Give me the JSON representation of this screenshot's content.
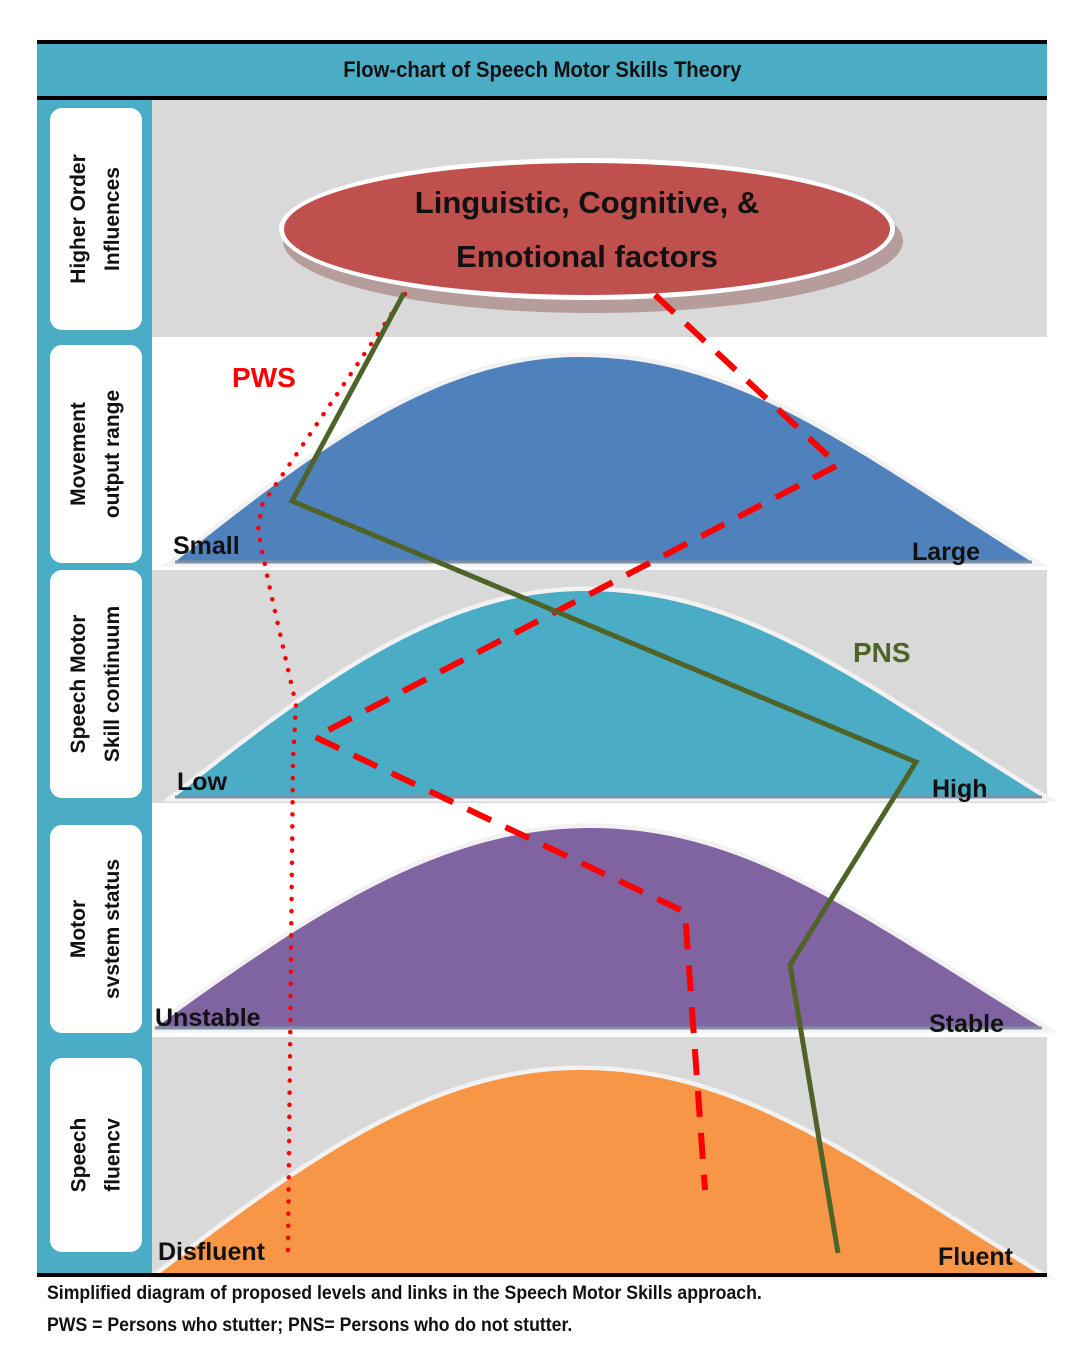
{
  "header": {
    "title": "Flow-chart of Speech Motor Skills Theory"
  },
  "rows": [
    {
      "id": "higher-order",
      "label_lines": [
        "Higher Order",
        "Influences"
      ],
      "band": "gray"
    },
    {
      "id": "movement-output",
      "label_lines": [
        "Movement",
        "output range"
      ],
      "band": "white",
      "left_label": "Small",
      "right_label": "Large",
      "curve_color": "#4f81bd"
    },
    {
      "id": "skill-continuum",
      "label_lines": [
        "Speech Motor",
        "Skill continuum"
      ],
      "band": "gray",
      "left_label": "Low",
      "right_label": "High",
      "curve_color": "#4bacc6"
    },
    {
      "id": "motor-status",
      "label_lines": [
        "Motor",
        "svstem status"
      ],
      "band": "white",
      "left_label": "Unstable",
      "right_label": "Stable",
      "curve_color": "#8064a2"
    },
    {
      "id": "speech-fluency",
      "label_lines": [
        "Speech",
        "fluencv"
      ],
      "band": "gray",
      "left_label": "Disfluent",
      "right_label": "Fluent",
      "curve_color": "#f79646"
    }
  ],
  "ellipse": {
    "lines": [
      "Linguistic, Cognitive, &",
      "Emotional factors"
    ],
    "color": "#c0504d"
  },
  "groups": {
    "pws": {
      "label": "PWS",
      "color": "#ff0000"
    },
    "pns": {
      "label": "PNS",
      "color": "#4f6228"
    }
  },
  "colors": {
    "header": "#4bacc6",
    "band_gray": "#d9d9d9",
    "band_white": "#ffffff",
    "dotted_path": "#ff0000",
    "dashed_path": "#ff0000",
    "solid_path": "#4f6228"
  },
  "caption": {
    "line1": "Simplified diagram of proposed levels and links in the Speech Motor Skills approach.",
    "line2": "PWS = Persons who stutter; PNS= Persons who do not stutter."
  }
}
